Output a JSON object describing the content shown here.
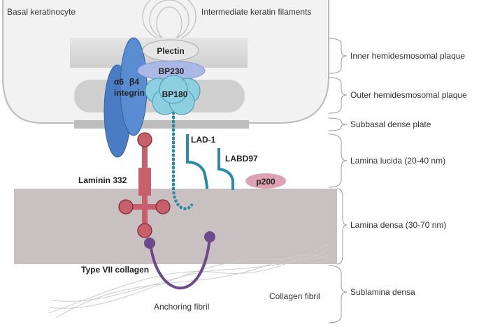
{
  "labels": {
    "basal_keratinocyte": "Basal keratinocyte",
    "intermediate_keratin_filaments": "Intermediate keratin filaments",
    "plectin": "Plectin",
    "bp230": "BP230",
    "bp180": "BP180",
    "integrin_alpha": "α6",
    "integrin_beta": "β4",
    "integrin": "integrin",
    "lad1": "LAD-1",
    "labd97": "LABD97",
    "p200": "p200",
    "laminin": "Laminin 332",
    "type7": "Type VII collagen",
    "anchoring": "Anchoring fibril",
    "collagen_fibril": "Collagen fibril"
  },
  "layers": [
    {
      "label": "Inner hemidesmosomal plaque"
    },
    {
      "label": "Outer hemidesmosomal plaque"
    },
    {
      "label": "Subbasal dense plate"
    },
    {
      "label": "Lamina lucida (20-40 nm)"
    },
    {
      "label": "Lamina densa (30-70 nm)"
    },
    {
      "label": "Sublamina densa"
    }
  ],
  "colors": {
    "integrin": "#4a7cc4",
    "bp230": "#a9b8e4",
    "bp180": "#8ccfe0",
    "bp180_stalk": "#2a8aa8",
    "laminin": "#c8606c",
    "collagen7": "#6a4a8a",
    "p200": "#dca3b4",
    "lamina_densa": "#c9c0c2",
    "plaque_gray": "#d8d8d8"
  }
}
